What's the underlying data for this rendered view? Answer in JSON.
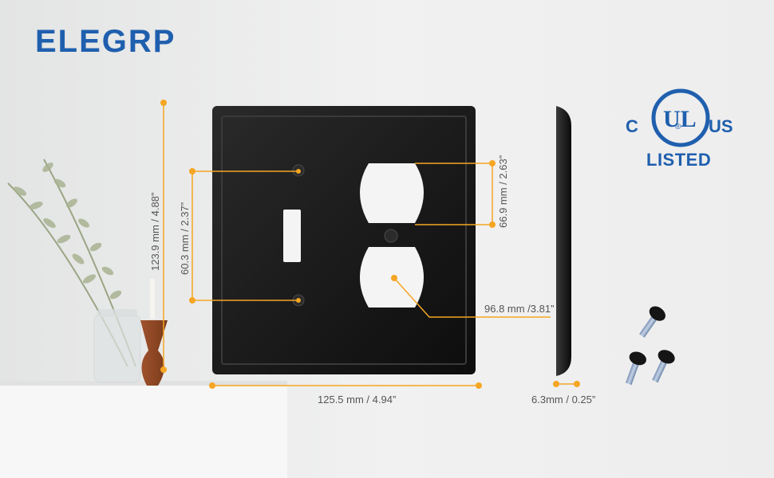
{
  "brand": {
    "name": "ELEGRP"
  },
  "certification": {
    "left_letter": "C",
    "center_mark": "UL",
    "right_letters": "US",
    "listed": "LISTED",
    "registered": "®"
  },
  "dimensions": {
    "height": "123.9 mm / 4.88”",
    "screw_spacing": "60.3 mm / 2.37”",
    "outlet_spacing": "66.9 mm / 2.63”",
    "outlet_to_edge": "96.8 mm /3.81”",
    "width": "125.5 mm / 4.94”",
    "thickness": "6.3mm / 0.25”"
  },
  "colors": {
    "brand_blue": "#1f5fae",
    "dimension_orange": "#f5a623",
    "plate_black": "#151515"
  }
}
